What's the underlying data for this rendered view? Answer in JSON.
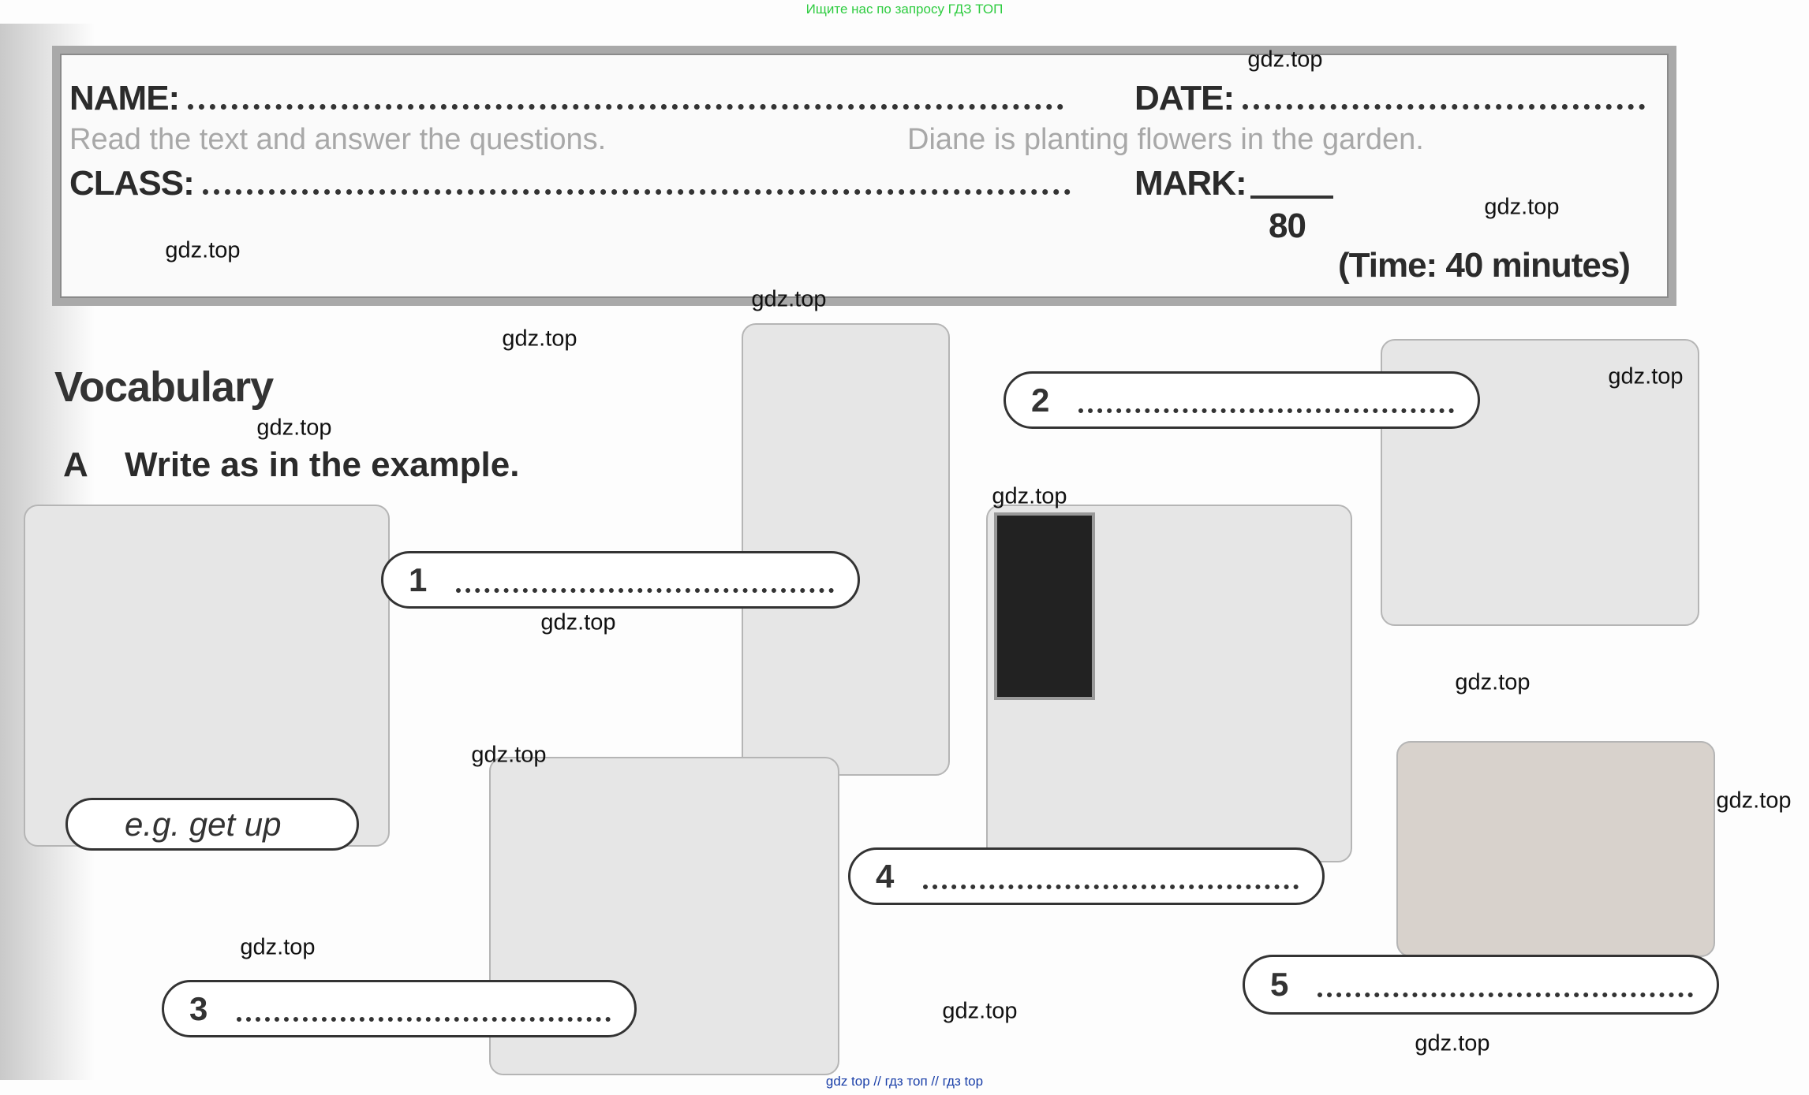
{
  "top_note": "Ищите нас по запросу ГДЗ ТОП",
  "footer": "gdz top  //  гдз топ  //  гдз top",
  "header": {
    "name_label": "NAME:",
    "date_label": "DATE:",
    "class_label": "CLASS:",
    "mark_label": "MARK:",
    "mark_total": "80",
    "time": "(Time: 40 minutes)"
  },
  "section": {
    "title": "Vocabulary",
    "task_letter": "A",
    "task_text": "Write as in the example."
  },
  "answers": [
    {
      "label": "e.g. get up"
    },
    {
      "num": "1"
    },
    {
      "num": "2"
    },
    {
      "num": "3"
    },
    {
      "num": "4"
    },
    {
      "num": "5"
    }
  ],
  "watermark": "gdz.top",
  "bleed_through": {
    "line1": "Diane is planting flowers in the garden.",
    "line2": "Read the text and answer the questions."
  }
}
